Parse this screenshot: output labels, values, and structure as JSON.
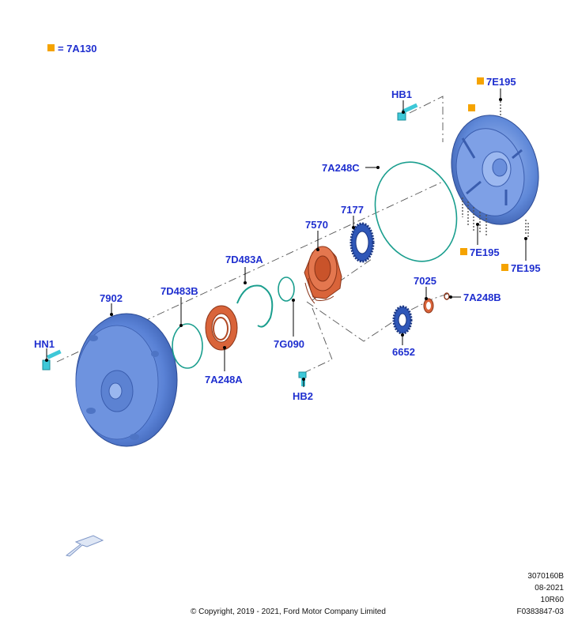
{
  "legend": {
    "text": "= 7A130",
    "color": "#f5a300"
  },
  "parts": {
    "p7E195_a": "7E195",
    "p7E195_b": "7E195",
    "p7E195_c": "7E195",
    "pHB1": "HB1",
    "p7A248C": "7A248C",
    "p7177": "7177",
    "p7570": "7570",
    "p7D483A": "7D483A",
    "p7D483B": "7D483B",
    "p7902": "7902",
    "p7G090": "7G090",
    "p7025": "7025",
    "p7A248B": "7A248B",
    "p6652": "6652",
    "pHN1": "HN1",
    "p7A248A": "7A248A",
    "pHB2": "HB2"
  },
  "footer": {
    "copyright": "© Copyright, 2019 - 2021, Ford Motor Company Limited",
    "code1": "3070160B",
    "date": "08-2021",
    "model": "10R60",
    "ref": "F0383847-03"
  },
  "colors": {
    "label": "#1f2fcf",
    "housing_blue": "#5d86d8",
    "seal_orange": "#d9643a",
    "ring_teal": "#1a9e8e",
    "gear_blue": "#2f57b8",
    "bolt_cyan": "#3ec8d8"
  }
}
